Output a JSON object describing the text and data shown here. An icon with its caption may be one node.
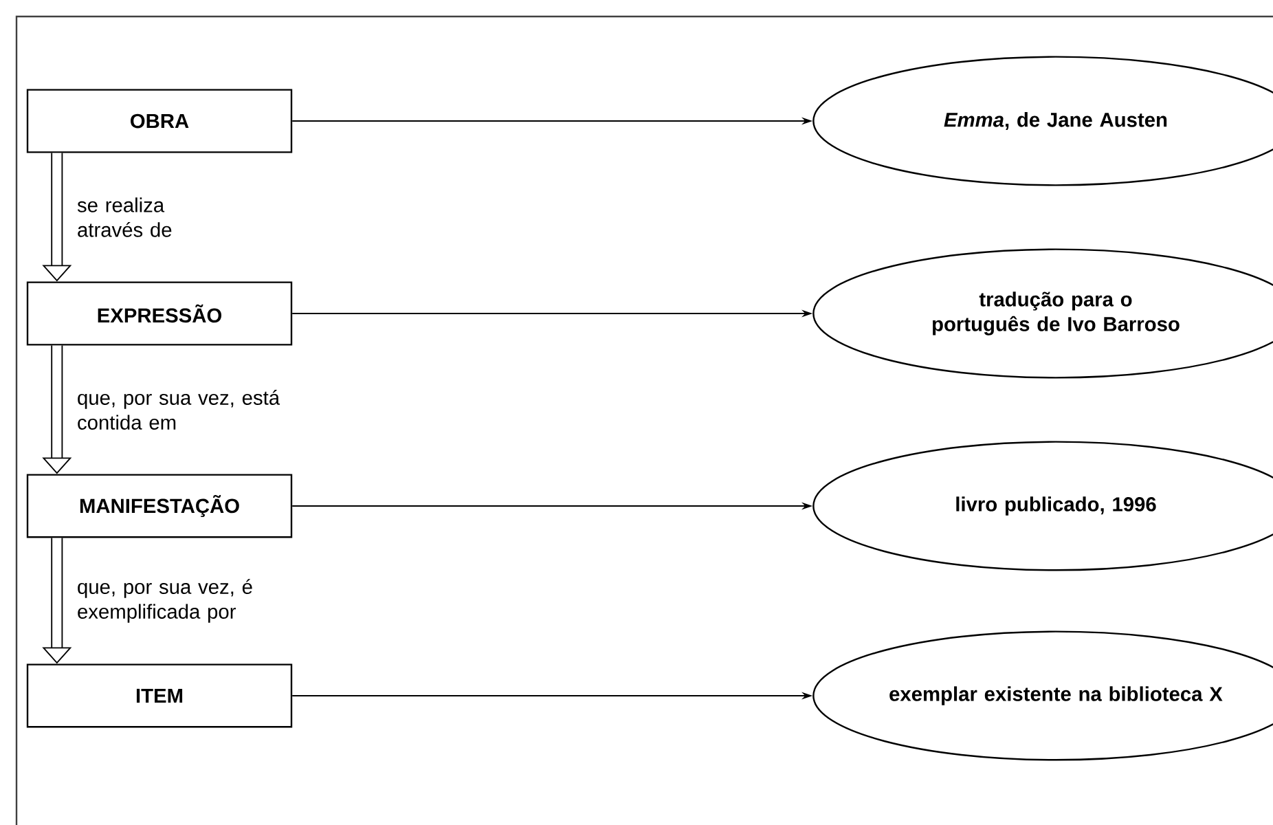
{
  "diagram": {
    "nodes": [
      {
        "text": [
          "OBRA"
        ]
      },
      {
        "text": [
          "*Emma*, de Jane Austen"
        ]
      },
      {
        "text": [
          "EXPRESSÃO"
        ]
      },
      {
        "text": [
          "tradução para o português de Ivo Barroso"
        ]
      },
      {
        "text": [
          "MANIFESTAÇÃO"
        ]
      },
      {
        "text": [
          "livro publicado, 1996"
        ]
      },
      {
        "text": [
          "ITEM"
        ]
      },
      {
        "text": [
          "exemplar existente na biblioteca X"
        ]
      }
    ],
    "edges": [
      {
        "from": 0,
        "to": 1,
        "arrow": "to"
      },
      {
        "from": 0,
        "to": 2,
        "arrow": "to",
        "style": "thick",
        "label": "se realiza através de"
      },
      {
        "from": 2,
        "to": 3,
        "arrow": "to"
      },
      {
        "from": 2,
        "to": 4,
        "arrow": "to",
        "style": "thick",
        "label": "que, por sua vez, está contida em"
      },
      {
        "from": 4,
        "to": 5,
        "arrow": "to"
      },
      {
        "from": 4,
        "to": 6,
        "arrow": "to",
        "style": "thick",
        "label": "que, por sua vez, é exemplificada por"
      },
      {
        "from": 6,
        "to": 7,
        "arrow": "to"
      }
    ]
  }
}
